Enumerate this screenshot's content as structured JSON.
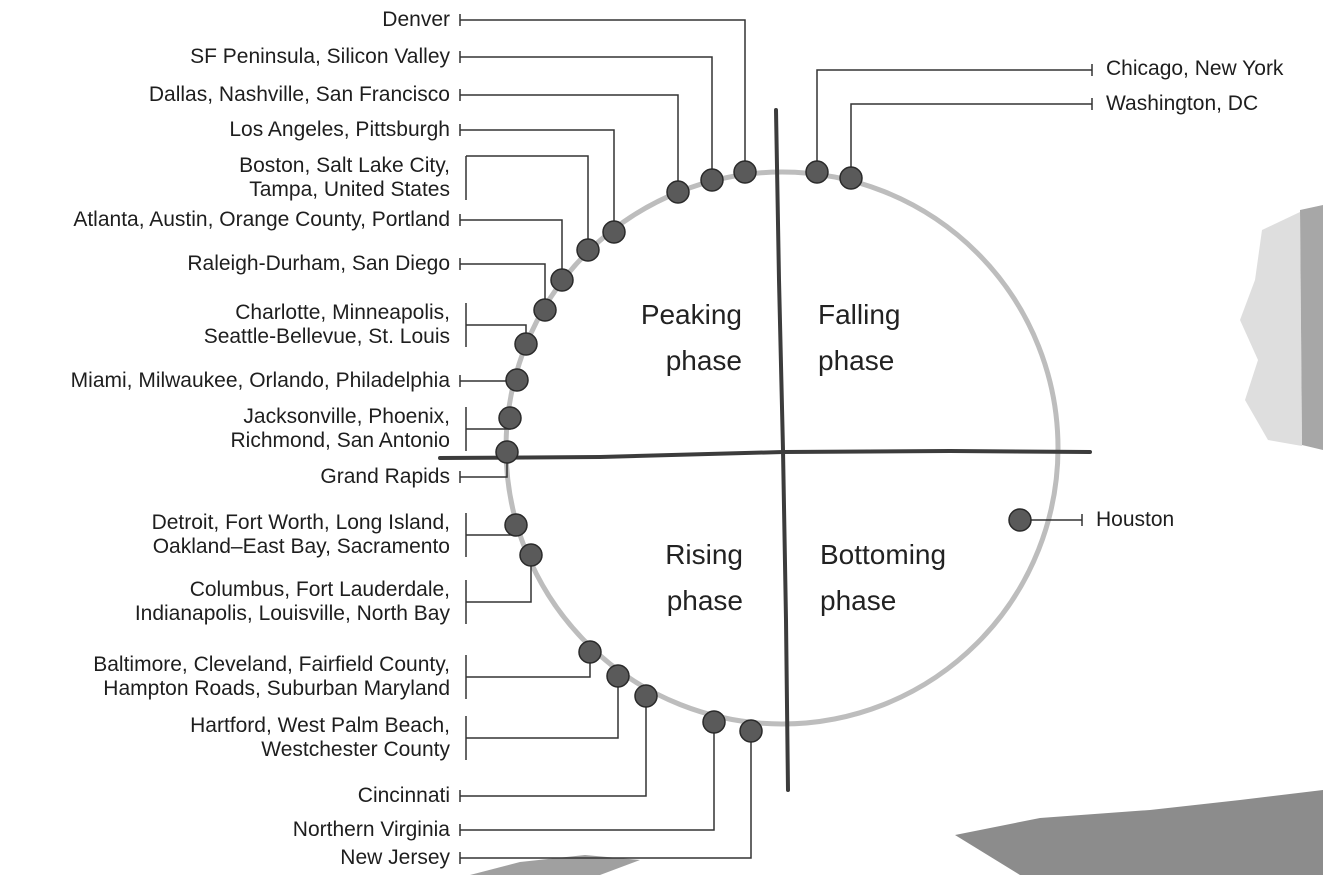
{
  "phases": {
    "peaking": [
      "Peaking",
      "phase"
    ],
    "falling": [
      "Falling",
      "phase"
    ],
    "rising": [
      "Rising",
      "phase"
    ],
    "bottoming": [
      "Bottoming",
      "phase"
    ]
  },
  "markets_left": [
    {
      "lines": [
        "Denver"
      ]
    },
    {
      "lines": [
        "SF Peninsula, Silicon Valley"
      ]
    },
    {
      "lines": [
        "Dallas, Nashville, San Francisco"
      ]
    },
    {
      "lines": [
        "Los Angeles, Pittsburgh"
      ]
    },
    {
      "lines": [
        "Boston, Salt Lake City,",
        "Tampa, United States"
      ]
    },
    {
      "lines": [
        "Atlanta, Austin, Orange County, Portland"
      ]
    },
    {
      "lines": [
        "Raleigh-Durham, San Diego"
      ]
    },
    {
      "lines": [
        "Charlotte, Minneapolis,",
        "Seattle-Bellevue, St. Louis"
      ]
    },
    {
      "lines": [
        "Miami, Milwaukee, Orlando, Philadelphia"
      ]
    },
    {
      "lines": [
        "Jacksonville, Phoenix,",
        "Richmond, San Antonio"
      ]
    },
    {
      "lines": [
        "Grand Rapids"
      ]
    },
    {
      "lines": [
        "Detroit, Fort Worth, Long Island,",
        "Oakland–East Bay, Sacramento"
      ]
    },
    {
      "lines": [
        "Columbus, Fort Lauderdale,",
        "Indianapolis, Louisville, North Bay"
      ]
    },
    {
      "lines": [
        "Baltimore, Cleveland, Fairfield County,",
        "Hampton Roads, Suburban Maryland"
      ]
    },
    {
      "lines": [
        "Hartford, West Palm Beach,",
        "Westchester County"
      ]
    },
    {
      "lines": [
        "Cincinnati"
      ]
    },
    {
      "lines": [
        "Northern Virginia"
      ]
    },
    {
      "lines": [
        "New Jersey"
      ]
    }
  ],
  "markets_right": [
    {
      "lines": [
        "Chicago, New York"
      ]
    },
    {
      "lines": [
        "Washington, DC"
      ]
    },
    {
      "lines": [
        "Houston"
      ]
    }
  ],
  "colors": {
    "dot": "#5a5a5a",
    "dot_edge": "#2a2a2a",
    "circle": "#bdbdbd",
    "axes": "#3c3c3c",
    "leader": "#333333"
  }
}
